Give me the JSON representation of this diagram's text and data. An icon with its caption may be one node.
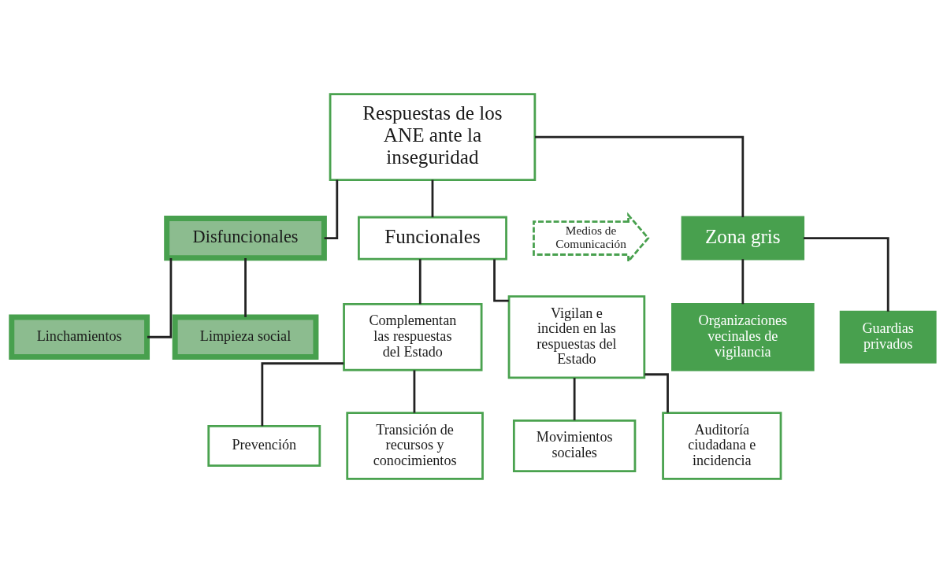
{
  "diagram": {
    "nodes": [
      {
        "text": [
          "Respuestas de los ANE ante la inseguridad"
        ]
      },
      {
        "text": [
          "Medios de Comunicación"
        ]
      },
      {
        "text": [
          "Funcionales"
        ]
      },
      {
        "text": [
          "Zona gris"
        ]
      },
      {
        "text": [
          "Disfuncionales"
        ]
      },
      {
        "text": [
          "Complementan las respuestas del Estado"
        ]
      },
      {
        "text": [
          "Vigilan e inciden en las respuestas del Estado"
        ]
      },
      {
        "text": [
          "Prevención"
        ]
      },
      {
        "text": [
          "Transición de recursos y conocimientos"
        ]
      },
      {
        "text": [
          "Movimientos sociales"
        ]
      },
      {
        "text": [
          "Auditoría ciudadana e incidencia"
        ]
      },
      {
        "text": [
          "Organizaciones vecinales de vigilancia"
        ]
      },
      {
        "text": [
          "Guardias privados"
        ]
      },
      {
        "text": [
          "Linchamientos"
        ]
      },
      {
        "text": [
          "Limpieza social"
        ]
      }
    ],
    "edges": [
      {
        "from": 0,
        "to": 2,
        "arrow": "none"
      },
      {
        "from": 0,
        "to": 3,
        "arrow": "none"
      },
      {
        "from": 0,
        "to": 4,
        "arrow": "none"
      },
      {
        "from": 2,
        "to": 5,
        "arrow": "none"
      },
      {
        "from": 2,
        "to": 6,
        "arrow": "none"
      },
      {
        "from": 5,
        "to": 7,
        "arrow": "none"
      },
      {
        "from": 5,
        "to": 8,
        "arrow": "none"
      },
      {
        "from": 6,
        "to": 9,
        "arrow": "none"
      },
      {
        "from": 6,
        "to": 10,
        "arrow": "none"
      },
      {
        "from": 3,
        "to": 11,
        "arrow": "none"
      },
      {
        "from": 3,
        "to": 12,
        "arrow": "none"
      },
      {
        "from": 4,
        "to": 13,
        "arrow": "none"
      },
      {
        "from": 4,
        "to": 14,
        "arrow": "none"
      }
    ]
  }
}
